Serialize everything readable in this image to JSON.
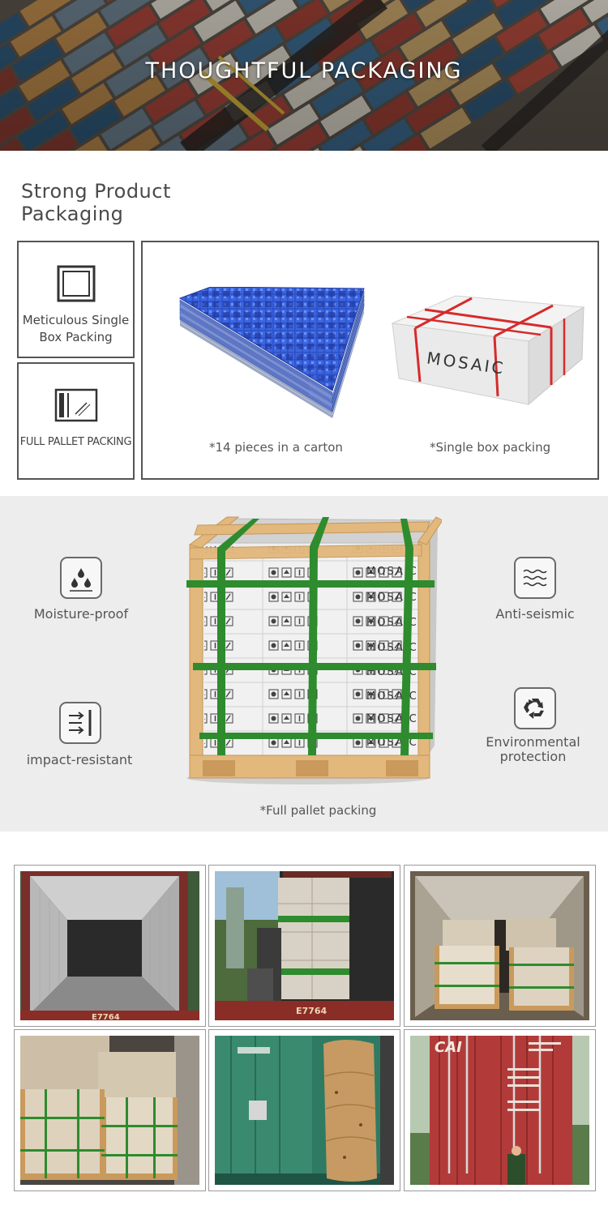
{
  "hero": {
    "title": "THOUGHTFUL PACKAGING"
  },
  "section1": {
    "title_line1": "Strong Product",
    "title_line2": "Packaging",
    "cards": [
      {
        "label": "Meticulous Single Box Packing",
        "icon": "single-box-icon"
      },
      {
        "label": "FULL PALLET PACKING",
        "icon": "pallet-icon"
      }
    ],
    "showcase": {
      "left_caption": "*14 pieces in a carton",
      "right_caption": "*Single box packing",
      "box_brand": "MOSAIC"
    }
  },
  "features": {
    "moisture": "Moisture-proof",
    "impact": "impact-resistant",
    "seismic": "Anti-seismic",
    "env_line1": "Environmental",
    "env_line2": "protection",
    "pallet_caption": "*Full pallet packing",
    "crate_brand": "MOSAIC",
    "icons": [
      "water-drops-icon",
      "impact-resistant-icon",
      "waves-icon",
      "recycle-icon"
    ]
  },
  "photos": {
    "container_codes": [
      "E7764",
      "CAI"
    ],
    "items": [
      "empty-container",
      "forklift-loading",
      "loaded-pallets-rear",
      "stacked-pallets-side",
      "airbag-dunnage",
      "sealed-container"
    ]
  },
  "colors": {
    "accent_red": "#d62b2b",
    "strap_green": "#2e8b2e",
    "wood": "#e2b87c",
    "band_grey": "#ededed"
  }
}
